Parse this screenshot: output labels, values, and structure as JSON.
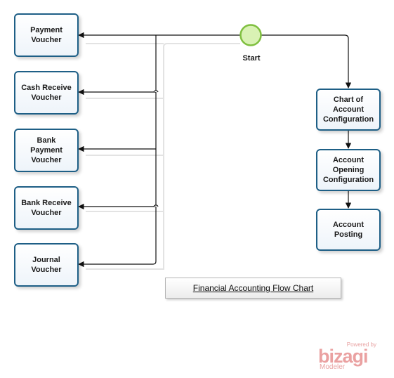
{
  "diagram": {
    "title": "Financial Accounting Flow Chart",
    "start_event": {
      "label": "Start"
    },
    "left_tasks": [
      {
        "label": "Payment\nVoucher"
      },
      {
        "label": "Cash Receive\nVoucher"
      },
      {
        "label": "Bank\nPayment\nVoucher"
      },
      {
        "label": "Bank Receive\nVoucher"
      },
      {
        "label": "Journal\nVoucher"
      }
    ],
    "right_tasks": [
      {
        "label": "Chart of\nAccount\nConfiguration"
      },
      {
        "label": "Account\nOpening\nConfiguration"
      },
      {
        "label": "Account\nPosting"
      }
    ]
  },
  "branding": {
    "powered_by": "Powered by",
    "name": "bizagi",
    "product": "Modeler"
  },
  "colors": {
    "task_border": "#1e5f86",
    "start_fill": "#d9f2b4",
    "start_border": "#7fbf3f",
    "connector": "#111111",
    "logo": "#eaa1a1"
  }
}
